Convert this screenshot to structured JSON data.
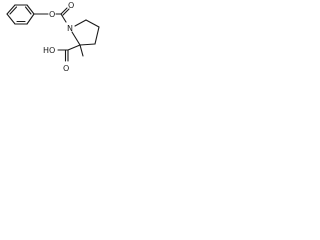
{
  "structure": {
    "atoms": {
      "ester_oxygen": "O",
      "carbonyl_oxygen": "O",
      "nitrogen": "N",
      "carboxyl_group": "HO",
      "carboxyl_oxygen": "O"
    }
  }
}
